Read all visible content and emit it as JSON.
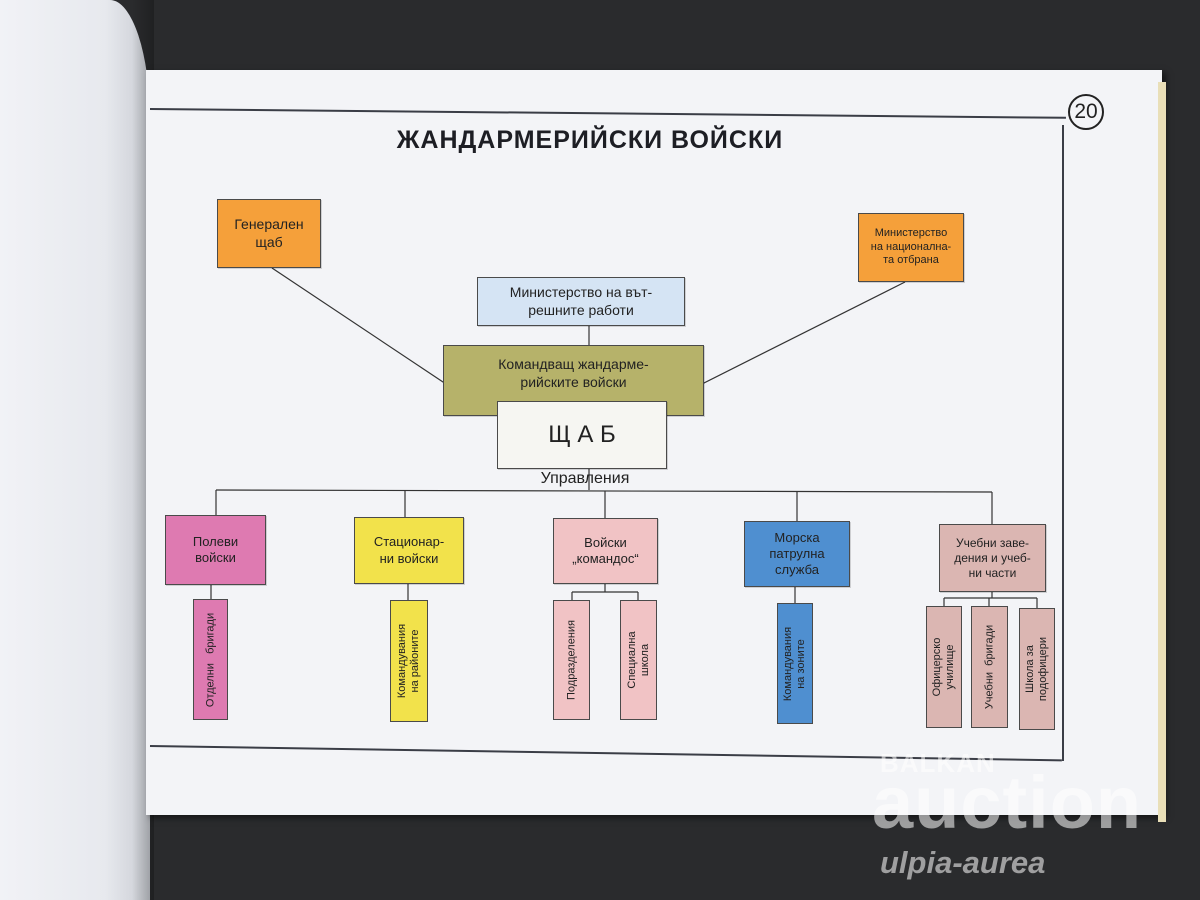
{
  "page": {
    "number": "20",
    "title": "ЖАНДАРМЕРИЙСКИ ВОЙСКИ"
  },
  "diagram": {
    "general_staff": "Генерален\nщаб",
    "ministry_defense": "Министерство\nна национална-\nта отбрана",
    "ministry_interior": "Министерство на вът-\nрешните работи",
    "commander": "Командващ жандарме-\nрийските войски",
    "staff": "Щ А Б",
    "directorates_label": "Управления",
    "units": [
      {
        "label": "Полеви\nвойски",
        "color": "#de7ab1",
        "subs": [
          "Отделни   бригади"
        ]
      },
      {
        "label": "Стационар-\nни войски",
        "color": "#f2e24b",
        "subs": [
          "Командувания\nна районите"
        ]
      },
      {
        "label": "Войски\n„командос“",
        "color": "#f1c3c5",
        "subs": [
          "Подразделения",
          "Специална\nшкола"
        ]
      },
      {
        "label": "Морска\nпатрулна\nслужба",
        "color": "#4f8fd0",
        "subs": [
          "Командувания\nна зоните"
        ]
      },
      {
        "label": "Учебни заве-\nдения и учеб-\nни части",
        "color": "#dbb6b2",
        "subs": [
          "Офицерско\nучилище",
          "Учебни  бригади",
          "Школа за\nподофицери"
        ]
      }
    ]
  },
  "watermark": {
    "line1": "BALKAN",
    "line2": "auction",
    "line3": "ulpia-aurea"
  },
  "colors": {
    "orange": "#f5a03a",
    "olive": "#b6b26a",
    "light_blue": "#d5e4f4"
  }
}
